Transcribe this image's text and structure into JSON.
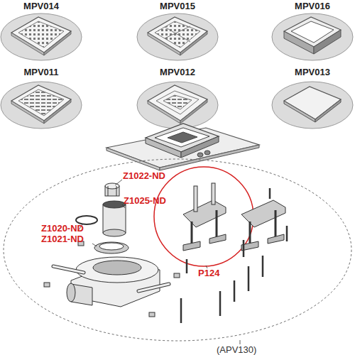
{
  "diagram": {
    "labels": [
      "MPV014",
      "MPV015",
      "MPV016",
      "MPV011",
      "MPV012",
      "MPV013",
      "Z1022-ND",
      "Z1025-ND",
      "Z1020-ND",
      "Z1021-ND",
      "P124",
      "(APV130)"
    ]
  }
}
